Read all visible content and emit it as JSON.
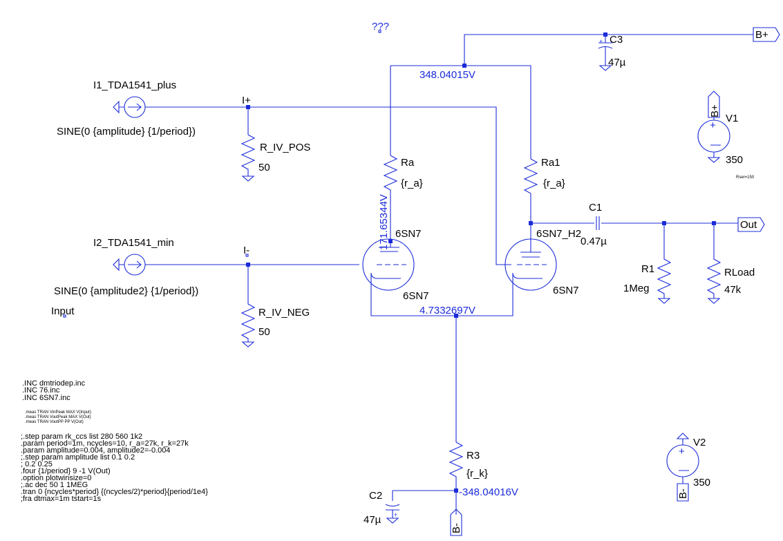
{
  "title_marker": "???",
  "sources": {
    "i1": {
      "name": "I1_TDA1541_plus",
      "value": "SINE(0 {amplitude} {1/period})"
    },
    "i2": {
      "name": "I2_TDA1541_min",
      "value": "SINE(0 {amplitude2} {1/period})"
    },
    "v1": {
      "name": "V1",
      "value": "350",
      "series_r": "Rser=150"
    },
    "v2": {
      "name": "V2",
      "value": "350"
    }
  },
  "resistors": {
    "r_iv_pos": {
      "name": "R_IV_POS",
      "value": "50"
    },
    "r_iv_neg": {
      "name": "R_IV_NEG",
      "value": "50"
    },
    "ra": {
      "name": "Ra",
      "value": "{r_a}"
    },
    "ra1": {
      "name": "Ra1",
      "value": "{r_a}"
    },
    "r1": {
      "name": "R1",
      "value": "1Meg"
    },
    "rload": {
      "name": "RLoad",
      "value": "47k"
    },
    "r3": {
      "name": "R3",
      "value": "{r_k}"
    }
  },
  "capacitors": {
    "c1": {
      "name": "C1",
      "value": "0.47µ"
    },
    "c2": {
      "name": "C2",
      "value": "47µ"
    },
    "c3": {
      "name": "C3",
      "value": "47µ"
    }
  },
  "tubes": {
    "left": {
      "name": "6SN7",
      "model": "6SN7"
    },
    "right": {
      "name": "6SN7_H2",
      "model": "6SN7"
    }
  },
  "nets": {
    "i_plus": "I+",
    "i_minus": "I-",
    "input": "Input",
    "out": "Out",
    "bplus": "B+",
    "bminus": "B-"
  },
  "voltages": {
    "supply_node": "348.04015V",
    "left_plate": "171.65344V",
    "cathode": "4.7332697V",
    "tail": "-348.04016V"
  },
  "directives": {
    "inc": [
      ".INC dmtriodep.inc",
      ".INC 76.inc",
      ".INC 6SN7.inc"
    ],
    "meas": [
      ".meas TRAN VinPeak MAX V(Input)",
      ".meas TRAN VoutPeak MAX V(Out)",
      ".meas TRAN VoutPP PP V(Out)"
    ],
    "sim": [
      ";.step param rk_ccs list 280 560 1k2",
      ".param period=1m, ncycles=10, r_a=27k, r_k=27k",
      ".param amplitude=0.004, amplitude2=-0.004",
      ";.step param amplitude list 0.1 0.2",
      "; 0.2 0.25",
      ".four {1/period} 9 -1 V(Out)",
      ".option plotwinsize=0",
      ";.ac dec 50 1 1MEG",
      ".tran 0 {ncycles*period} {(ncycles/2)*period}{period/1e4}",
      ";fra dtmax=1m tstart=1s"
    ]
  }
}
